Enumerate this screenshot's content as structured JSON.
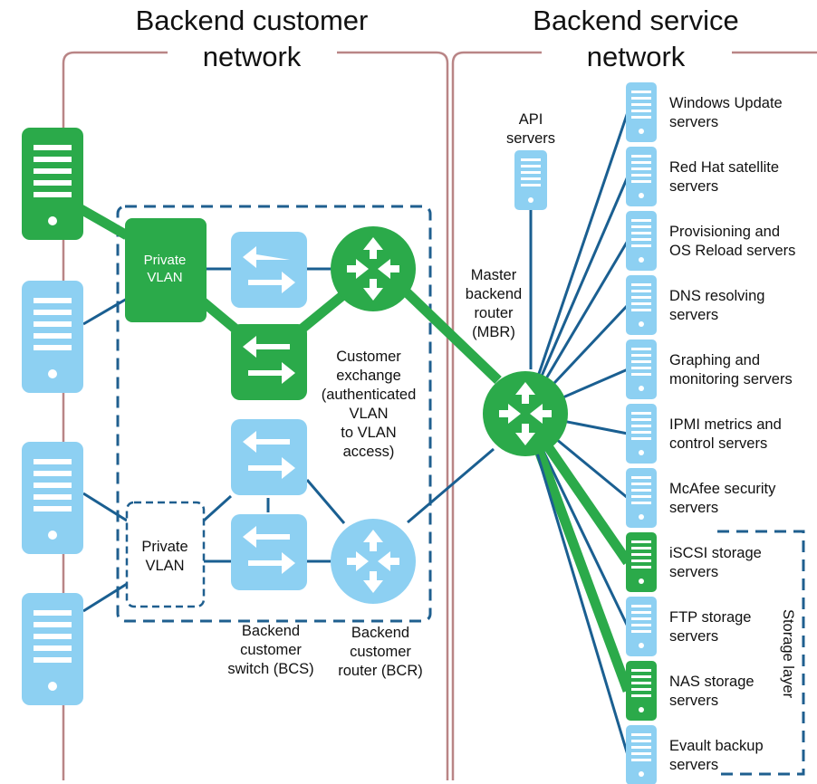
{
  "titles": {
    "customer_line1": "Backend customer",
    "customer_line2": "network",
    "service_line1": "Backend service",
    "service_line2": "network"
  },
  "left": {
    "private_vlan_top": [
      "Private",
      "VLAN"
    ],
    "private_vlan_bottom": [
      "Private",
      "VLAN"
    ],
    "customer_exchange": [
      "Customer",
      "exchange",
      "(authenticated",
      "VLAN",
      "to VLAN",
      "access)"
    ],
    "bcs": [
      "Backend",
      "customer",
      "switch (BCS)"
    ],
    "bcr": [
      "Backend",
      "customer",
      "router (BCR)"
    ]
  },
  "center": {
    "api": [
      "API",
      "servers"
    ],
    "mbr": [
      "Master",
      "backend",
      "router",
      "(MBR)"
    ]
  },
  "services": [
    {
      "name": "windows-update-servers",
      "lines": [
        "Windows Update",
        "servers"
      ],
      "highlight": false
    },
    {
      "name": "red-hat-satellite-servers",
      "lines": [
        "Red Hat satellite",
        "servers"
      ],
      "highlight": false
    },
    {
      "name": "provisioning-servers",
      "lines": [
        "Provisioning and",
        "OS Reload servers"
      ],
      "highlight": false
    },
    {
      "name": "dns-resolving-servers",
      "lines": [
        "DNS resolving",
        "servers"
      ],
      "highlight": false
    },
    {
      "name": "graphing-monitoring-servers",
      "lines": [
        "Graphing and",
        "monitoring servers"
      ],
      "highlight": false
    },
    {
      "name": "ipmi-servers",
      "lines": [
        "IPMI metrics and",
        "control servers"
      ],
      "highlight": false
    },
    {
      "name": "mcafee-servers",
      "lines": [
        "McAfee security",
        "servers"
      ],
      "highlight": false
    },
    {
      "name": "iscsi-storage-servers",
      "lines": [
        "iSCSI storage",
        "servers"
      ],
      "highlight": true
    },
    {
      "name": "ftp-storage-servers",
      "lines": [
        "FTP storage",
        "servers"
      ],
      "highlight": false
    },
    {
      "name": "nas-storage-servers",
      "lines": [
        "NAS storage",
        "servers"
      ],
      "highlight": true
    },
    {
      "name": "evault-backup-servers",
      "lines": [
        "Evault backup",
        "servers"
      ],
      "highlight": false
    }
  ],
  "storage_layer": "Storage layer",
  "colors": {
    "green": "#2baa4a",
    "light_blue": "#8dd0f2",
    "line_blue": "#1a5f91",
    "frame": "#b98586",
    "dash": "#1f5f8f"
  }
}
